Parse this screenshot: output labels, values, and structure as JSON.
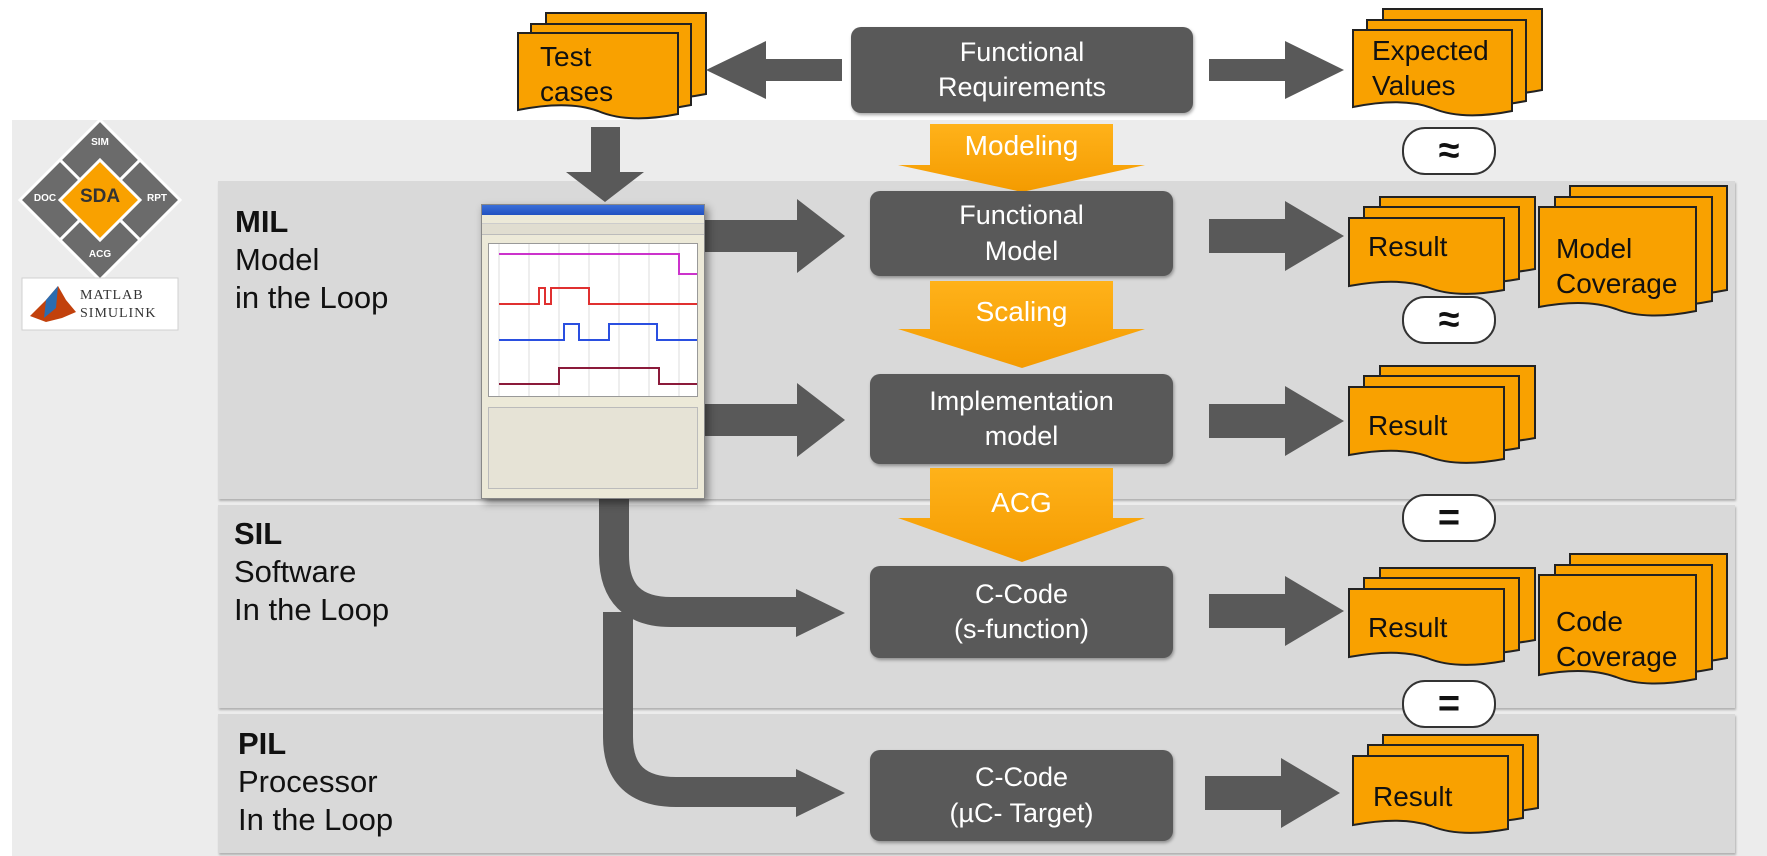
{
  "colors": {
    "accent": "#f9a100",
    "box": "#595959",
    "arrow": "#595959",
    "band": "#e3e3e3"
  },
  "top": {
    "test_cases": [
      "Test",
      "cases"
    ],
    "functional_requirements": [
      "Functional",
      "Requirements"
    ],
    "expected_values": [
      "Expected",
      "Values"
    ]
  },
  "steps": {
    "modeling": "Modeling",
    "scaling": "Scaling",
    "acg": "ACG"
  },
  "levels": {
    "mil": {
      "abbr": "MIL",
      "line1": "Model",
      "line2": "in the Loop"
    },
    "sil": {
      "abbr": "SIL",
      "line1": "Software",
      "line2": "In the Loop"
    },
    "pil": {
      "abbr": "PIL",
      "line1": "Processor",
      "line2": "In the Loop"
    }
  },
  "boxes": {
    "functional_model": [
      "Functional",
      "Model"
    ],
    "implementation_model": [
      "Implementation",
      "model"
    ],
    "c_code_sfunction": [
      "C-Code",
      "(s-function)"
    ],
    "c_code_target": [
      "C-Code",
      "(µC- Target)"
    ]
  },
  "results": {
    "result_label": "Result",
    "model_coverage": [
      "Model",
      "Coverage"
    ],
    "code_coverage": [
      "Code",
      "Coverage"
    ]
  },
  "comparisons": [
    "≈",
    "≈",
    "=",
    "="
  ],
  "logo": {
    "center": "SDA",
    "top": "SIM",
    "left": "DOC",
    "right": "RPT",
    "bottom": "ACG"
  },
  "matlab_logo": {
    "line1": "MATLAB",
    "line2": "SIMULINK"
  },
  "screenshot_icon": "signal-builder-window-icon"
}
